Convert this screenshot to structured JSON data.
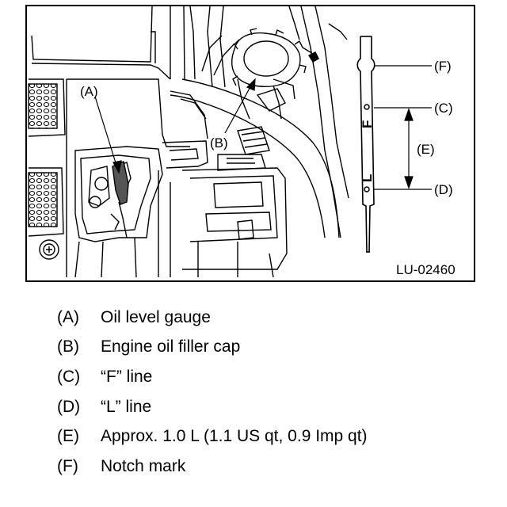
{
  "figure": {
    "id": "LU-02460",
    "callouts": {
      "A": "(A)",
      "B": "(B)",
      "C": "(C)",
      "D": "(D)",
      "E": "(E)",
      "F": "(F)"
    },
    "gauge_marks": {
      "full": "F",
      "low": "L"
    }
  },
  "legend": [
    {
      "key": "(A)",
      "text": "Oil level gauge"
    },
    {
      "key": "(B)",
      "text": "Engine oil filler cap"
    },
    {
      "key": "(C)",
      "text": "“F” line"
    },
    {
      "key": "(D)",
      "text": "“L” line"
    },
    {
      "key": "(E)",
      "text": "Approx. 1.0 L (1.1 US qt, 0.9 Imp qt)"
    },
    {
      "key": "(F)",
      "text": "Notch mark"
    }
  ]
}
